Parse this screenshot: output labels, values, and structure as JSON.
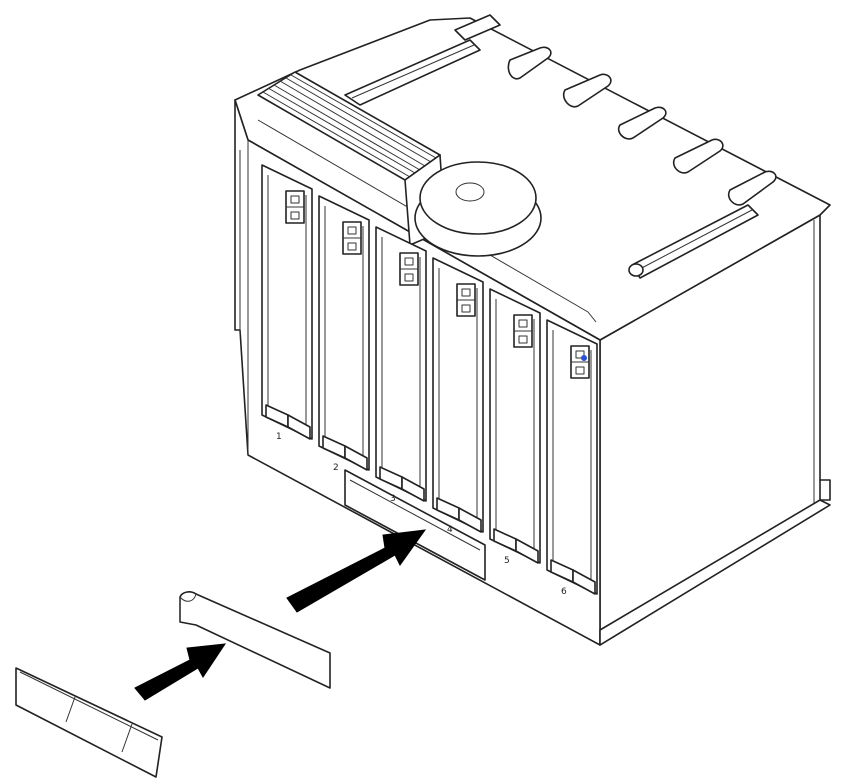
{
  "diagram": {
    "bays": [
      {
        "number": "1"
      },
      {
        "number": "2"
      },
      {
        "number": "3"
      },
      {
        "number": "4"
      },
      {
        "number": "5"
      },
      {
        "number": "6"
      }
    ],
    "indicator_color": "#2a4fd8"
  }
}
